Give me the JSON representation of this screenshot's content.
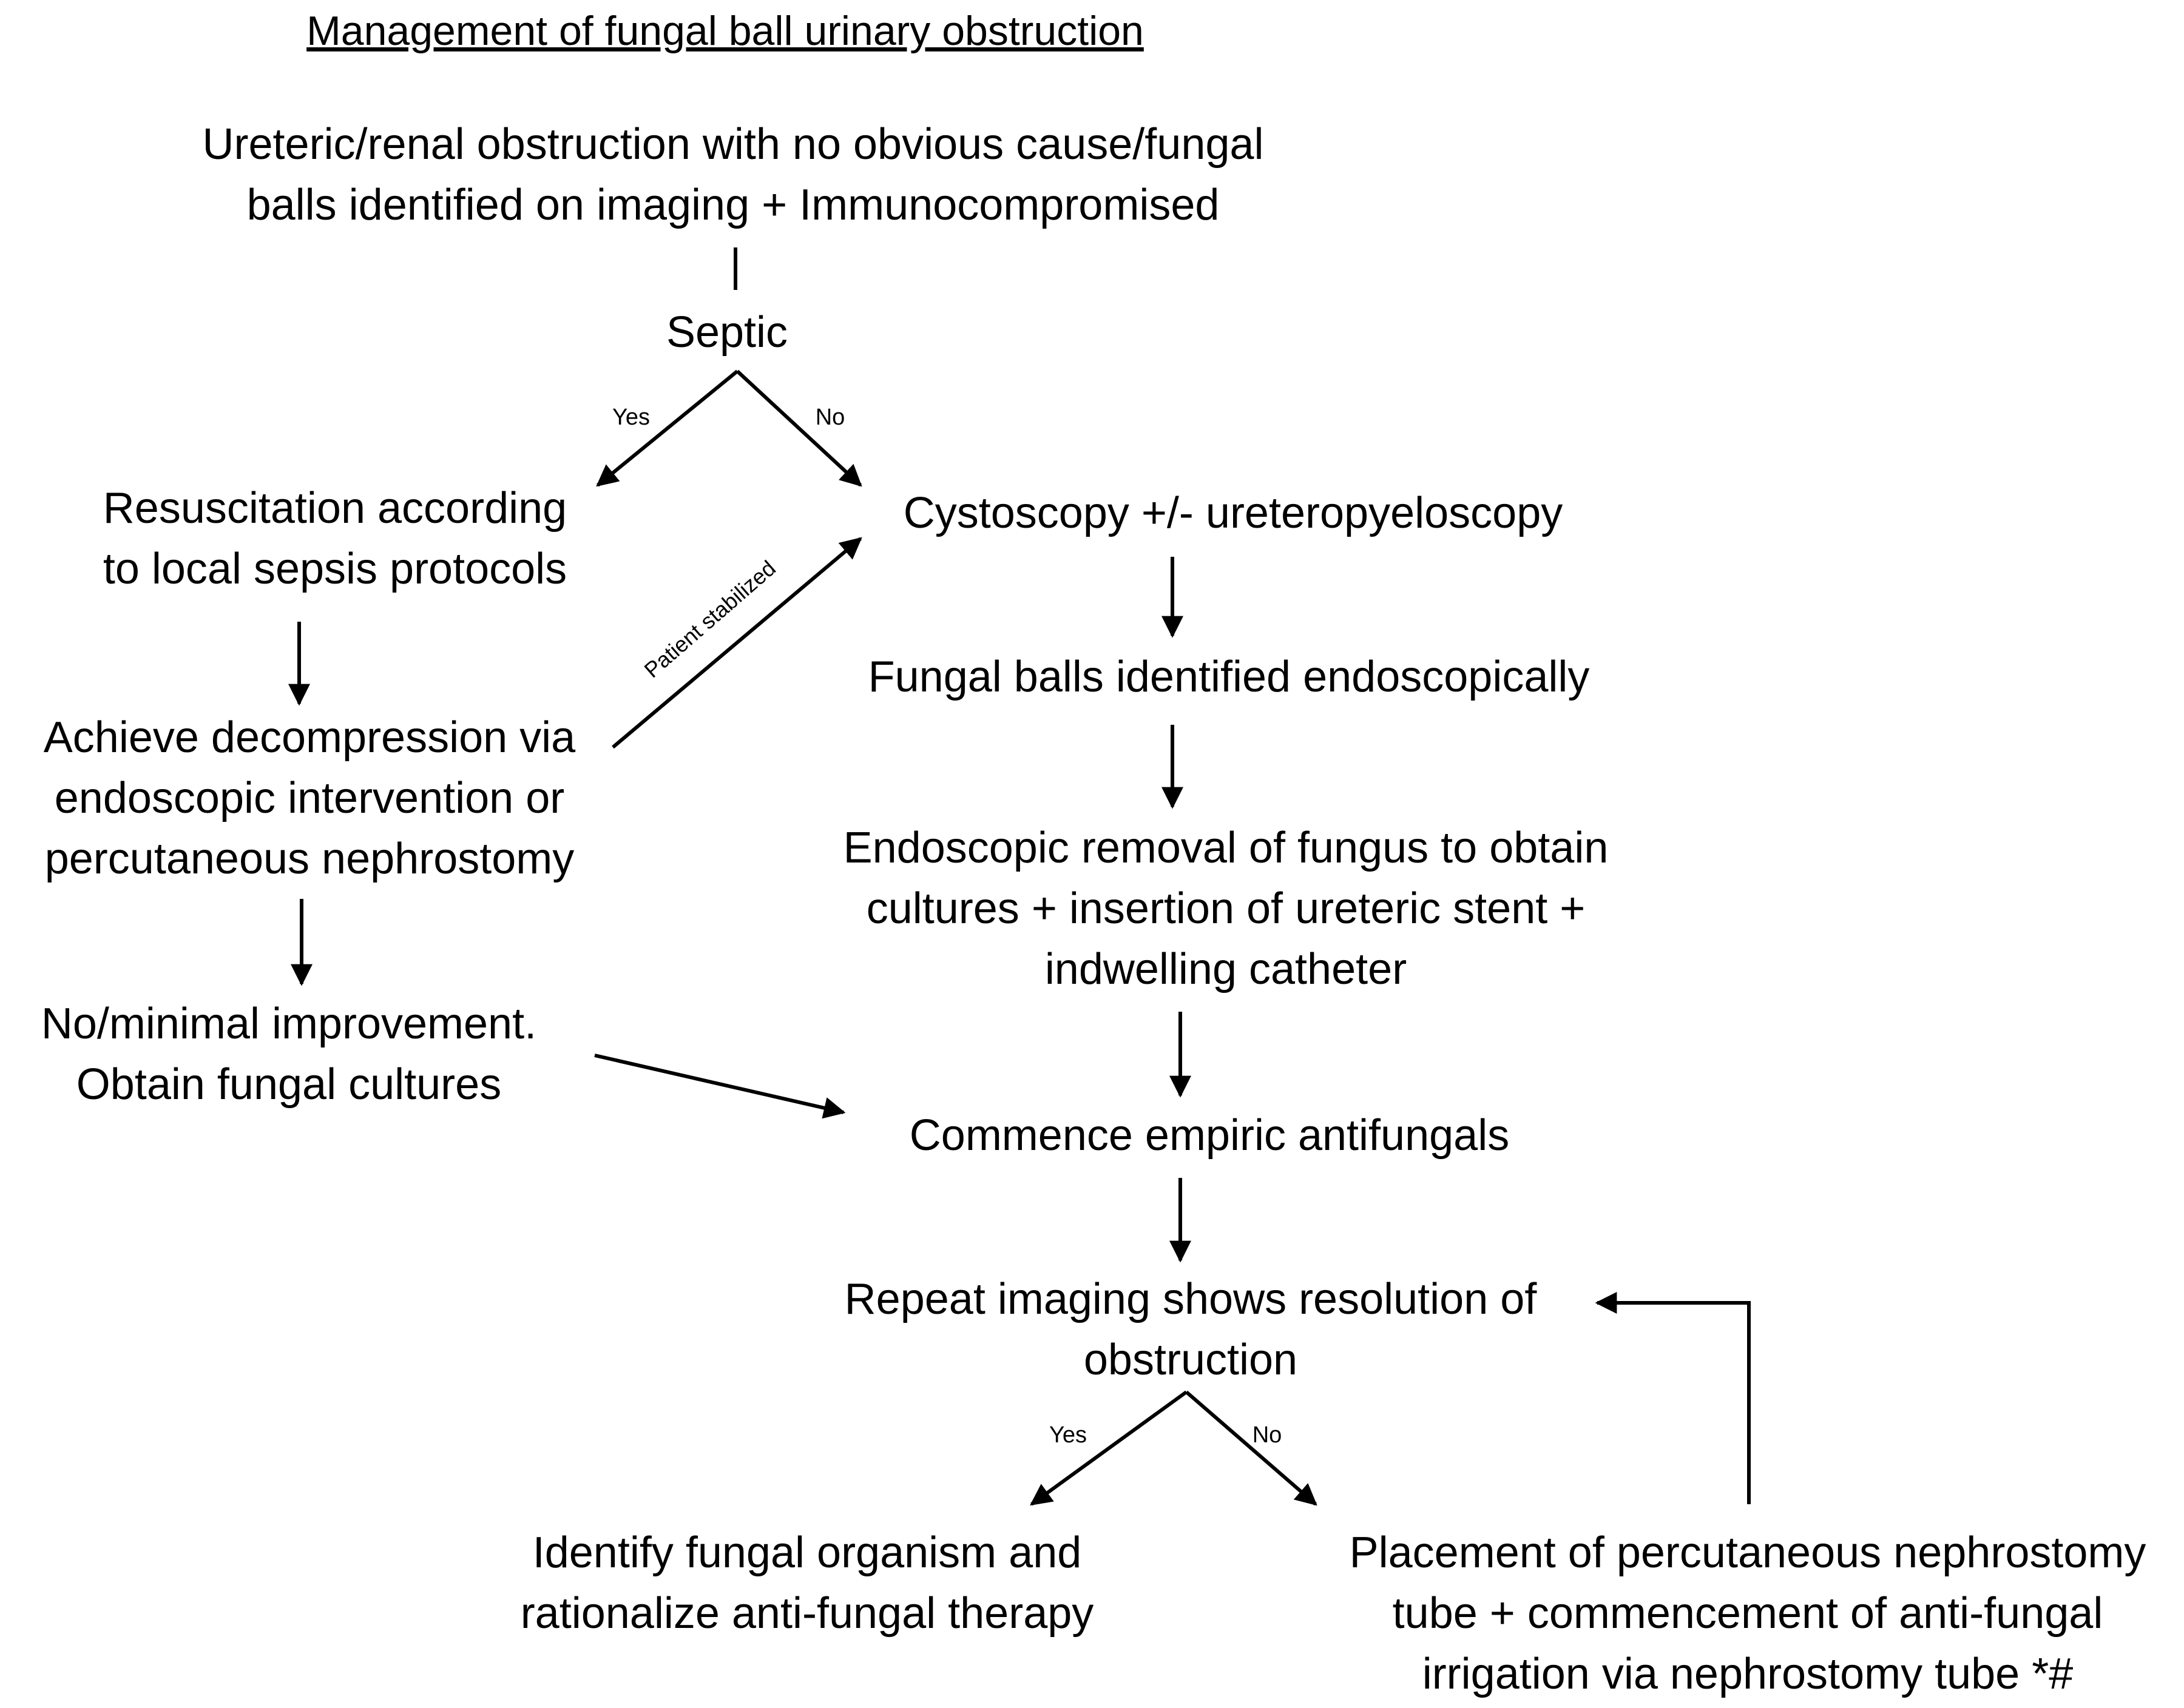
{
  "title": "Management of fungal ball urinary obstruction",
  "nodes": {
    "start": {
      "line1": "Ureteric/renal obstruction with no obvious cause/fungal",
      "line2": "balls identified on imaging + Immunocompromised"
    },
    "septic": "Septic",
    "resuscitation": {
      "line1": "Resuscitation according",
      "line2": "to local sepsis protocols"
    },
    "decompression": {
      "line1": "Achieve decompression via",
      "line2": "endoscopic intervention or",
      "line3": "percutaneous nephrostomy"
    },
    "minimal_improvement": {
      "line1": "No/minimal improvement.",
      "line2": "Obtain fungal cultures"
    },
    "cystoscopy": "Cystoscopy +/- ureteropyeloscopy",
    "fungal_identified": "Fungal balls identified endoscopically",
    "endoscopic_removal": {
      "line1": "Endoscopic removal of fungus to obtain",
      "line2": "cultures + insertion of ureteric stent +",
      "line3": "indwelling catheter"
    },
    "antifungals": "Commence empiric antifungals",
    "repeat_imaging": {
      "line1": "Repeat imaging shows resolution of",
      "line2": "obstruction"
    },
    "identify_organism": {
      "line1": "Identify fungal organism and",
      "line2": "rationalize anti-fungal therapy"
    },
    "nephrostomy_placement": {
      "line1": "Placement of percutaneous nephrostomy",
      "line2": "tube + commencement of anti-fungal",
      "line3": "irrigation via nephrostomy tube *#"
    }
  },
  "edge_labels": {
    "septic_yes": "Yes",
    "septic_no": "No",
    "patient_stabilized": "Patient stabilized",
    "imaging_yes": "Yes",
    "imaging_no": "No"
  }
}
